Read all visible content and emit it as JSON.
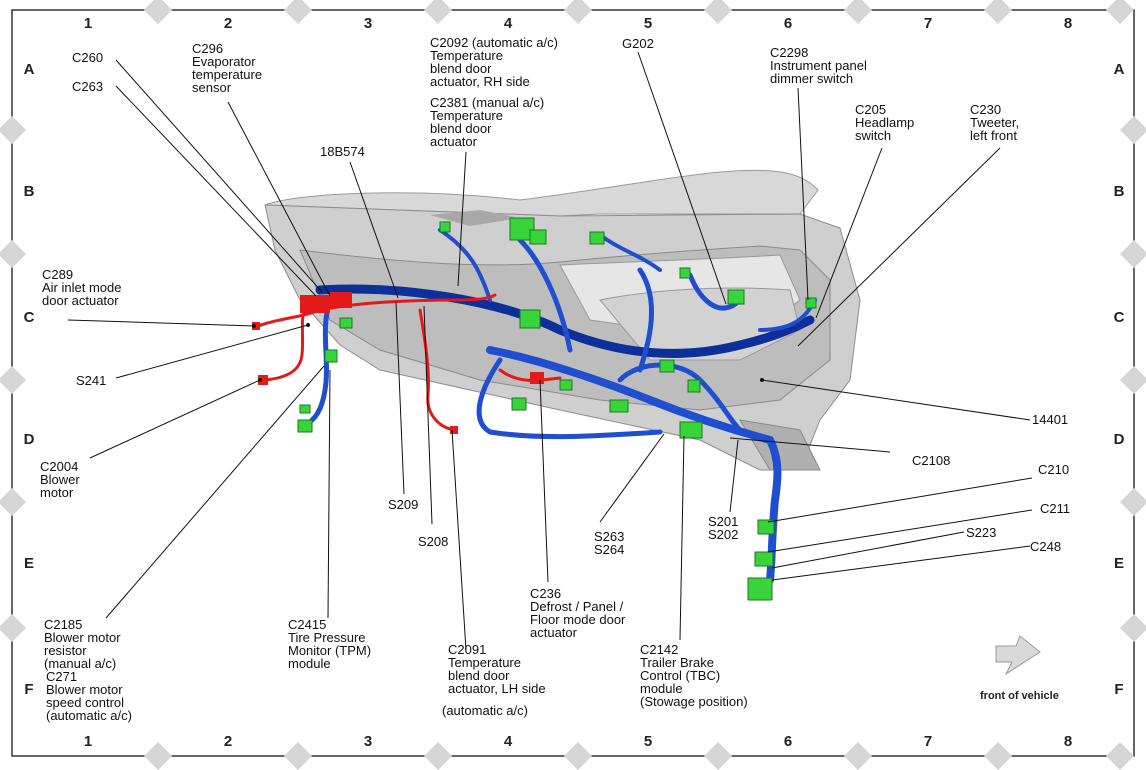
{
  "grid": {
    "columns": [
      "1",
      "2",
      "3",
      "4",
      "5",
      "6",
      "7",
      "8"
    ],
    "rows": [
      "A",
      "B",
      "C",
      "D",
      "E",
      "F"
    ]
  },
  "labels": [
    {
      "id": "c260",
      "lines": [
        "C260"
      ]
    },
    {
      "id": "c263",
      "lines": [
        "C263"
      ]
    },
    {
      "id": "c296",
      "lines": [
        "C296",
        "Evaporator",
        "temperature",
        "sensor"
      ]
    },
    {
      "id": "c2092",
      "lines": [
        "C2092 (automatic a/c)",
        "Temperature",
        "blend door",
        "actuator, RH side"
      ]
    },
    {
      "id": "c2381",
      "lines": [
        "C2381 (manual a/c)",
        "Temperature",
        "blend door",
        "actuator"
      ]
    },
    {
      "id": "g202",
      "lines": [
        "G202"
      ]
    },
    {
      "id": "c2298",
      "lines": [
        "C2298",
        "Instrument panel",
        "dimmer switch"
      ]
    },
    {
      "id": "c205",
      "lines": [
        "C205",
        "Headlamp",
        "switch"
      ]
    },
    {
      "id": "c230",
      "lines": [
        "C230",
        "Tweeter,",
        "left front"
      ]
    },
    {
      "id": "18b574",
      "lines": [
        "18B574"
      ]
    },
    {
      "id": "c289",
      "lines": [
        "C289",
        "Air inlet mode",
        "door actuator"
      ]
    },
    {
      "id": "s241",
      "lines": [
        "S241"
      ]
    },
    {
      "id": "c2004",
      "lines": [
        "C2004",
        "Blower",
        "motor"
      ]
    },
    {
      "id": "14401",
      "lines": [
        "14401"
      ]
    },
    {
      "id": "c2108",
      "lines": [
        "C2108"
      ]
    },
    {
      "id": "c210",
      "lines": [
        "C210"
      ]
    },
    {
      "id": "c211",
      "lines": [
        "C211"
      ]
    },
    {
      "id": "s223",
      "lines": [
        "S223"
      ]
    },
    {
      "id": "c248",
      "lines": [
        "C248"
      ]
    },
    {
      "id": "s209",
      "lines": [
        "S209"
      ]
    },
    {
      "id": "s208",
      "lines": [
        "S208"
      ]
    },
    {
      "id": "s263",
      "lines": [
        "S263",
        "S264"
      ]
    },
    {
      "id": "s201",
      "lines": [
        "S201",
        "S202"
      ]
    },
    {
      "id": "c2185",
      "lines": [
        "C2185",
        "Blower motor",
        "resistor",
        "(manual a/c)"
      ]
    },
    {
      "id": "c271",
      "lines": [
        "C271",
        "Blower motor",
        "speed control",
        "(automatic a/c)"
      ]
    },
    {
      "id": "c2415",
      "lines": [
        "C2415",
        "Tire Pressure",
        "Monitor (TPM)",
        "module"
      ]
    },
    {
      "id": "c2091",
      "lines": [
        "C2091",
        "Temperature",
        "blend door",
        "actuator, LH side"
      ]
    },
    {
      "id": "c2091b",
      "lines": [
        "(automatic a/c)"
      ]
    },
    {
      "id": "c236",
      "lines": [
        "C236",
        "Defrost / Panel /",
        "Floor mode door",
        "actuator"
      ]
    },
    {
      "id": "c2142",
      "lines": [
        "C2142",
        "Trailer Brake",
        "Control (TBC)",
        "module",
        "(Stowage position)"
      ]
    }
  ],
  "orientation_note": "front of vehicle",
  "colors": {
    "harness_blue": "#1f4fd0",
    "harness_dark_blue": "#0c2f9a",
    "harness_red": "#e21a1a",
    "connector_green": "#39d33b",
    "dash_grey": "#c9c9c9",
    "frame": "#333333",
    "grid_marker": "#d6d6d6"
  }
}
